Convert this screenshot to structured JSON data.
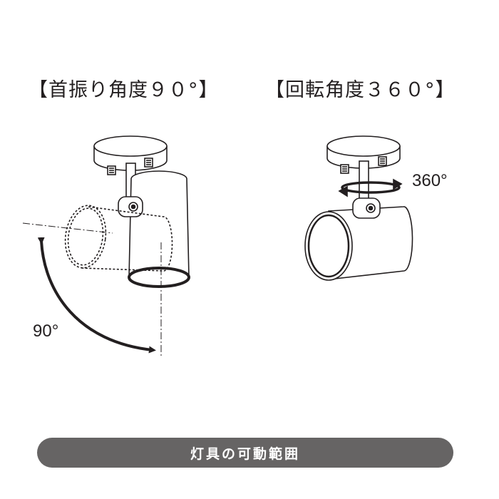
{
  "headings": {
    "swing": "【首振り角度９０°】",
    "rotation": "【回転角度３６０°】"
  },
  "labels": {
    "swing_angle": "90°",
    "rotation_angle": "360°"
  },
  "caption": "灯具の可動範囲",
  "colors": {
    "line": "#231f20",
    "caption_bg": "#666464",
    "caption_text": "#ffffff"
  }
}
